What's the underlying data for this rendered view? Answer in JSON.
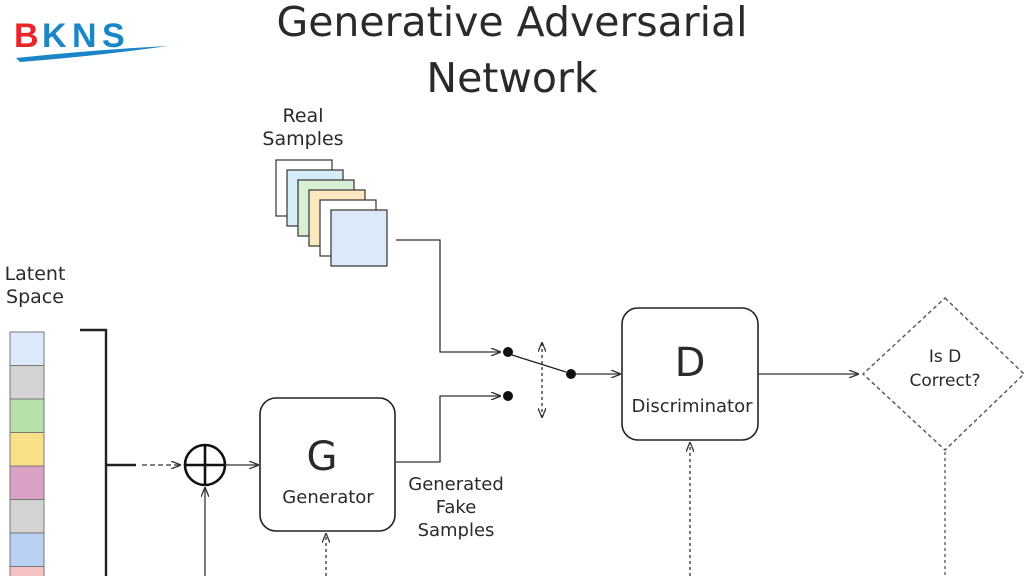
{
  "logo": {
    "text": "BKNS",
    "letters": [
      "B",
      "K",
      "N",
      "S"
    ],
    "colors": {
      "b": "#e8262a",
      "knse": "#1a86c8"
    }
  },
  "title": {
    "line1": "Generative Adversarial",
    "line2": "Network"
  },
  "real_samples": {
    "line1": "Real",
    "line2": "Samples"
  },
  "latent_space": {
    "line1": "Latent",
    "line2": "Space"
  },
  "generator": {
    "letter": "G",
    "label": "Generator"
  },
  "fake_samples": {
    "line1": "Generated",
    "line2": "Fake",
    "line3": "Samples"
  },
  "discriminator": {
    "letter": "D",
    "label": "Discriminator"
  },
  "decision": {
    "line1": "Is D",
    "line2": "Correct?"
  },
  "sample_colors": [
    "#ffffff",
    "#d6ecf7",
    "#d9efd4",
    "#fde9c0",
    "#ffffff",
    "#dbe9fb"
  ],
  "latent_colors": [
    "#dbe9fb",
    "#d3d3d3",
    "#b7dfa8",
    "#fbe08a",
    "#d9a1c3",
    "#d3d3d3",
    "#b9d2f4",
    "#f4c2c2"
  ]
}
